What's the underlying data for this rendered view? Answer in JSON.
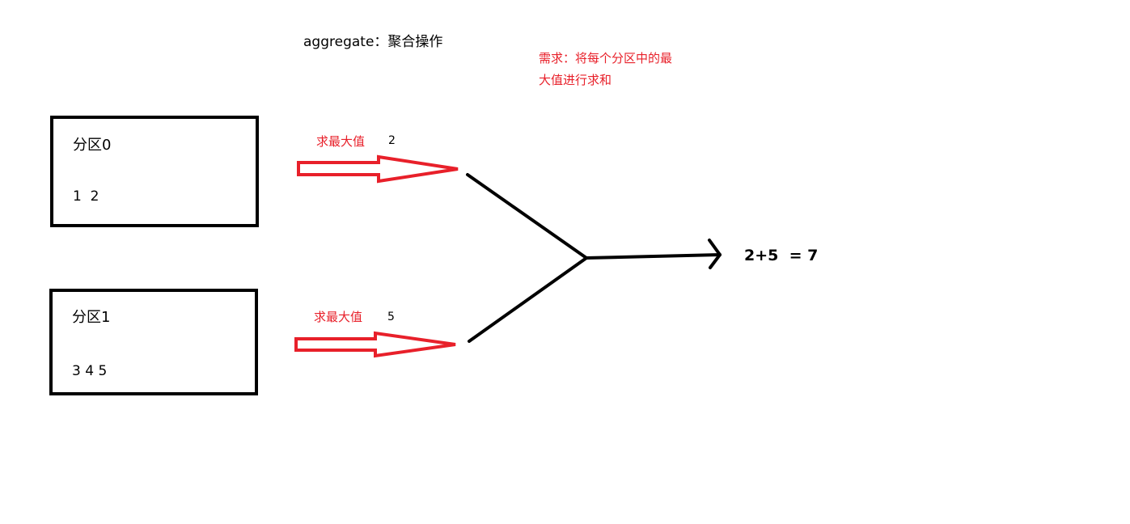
{
  "title": "aggregate：聚合操作",
  "requirement": {
    "line1": "需求：将每个分区中的最",
    "line2": "大值进行求和"
  },
  "partitions": [
    {
      "label": "分区0",
      "values": "1  2"
    },
    {
      "label": "分区1",
      "values": "3 4 5"
    }
  ],
  "operations": [
    {
      "label": "求最大值",
      "max": "2"
    },
    {
      "label": "求最大值",
      "max": "5"
    }
  ],
  "result": "2+5  = 7",
  "colors": {
    "annotation": "#e8202a",
    "stroke": "#000000"
  }
}
